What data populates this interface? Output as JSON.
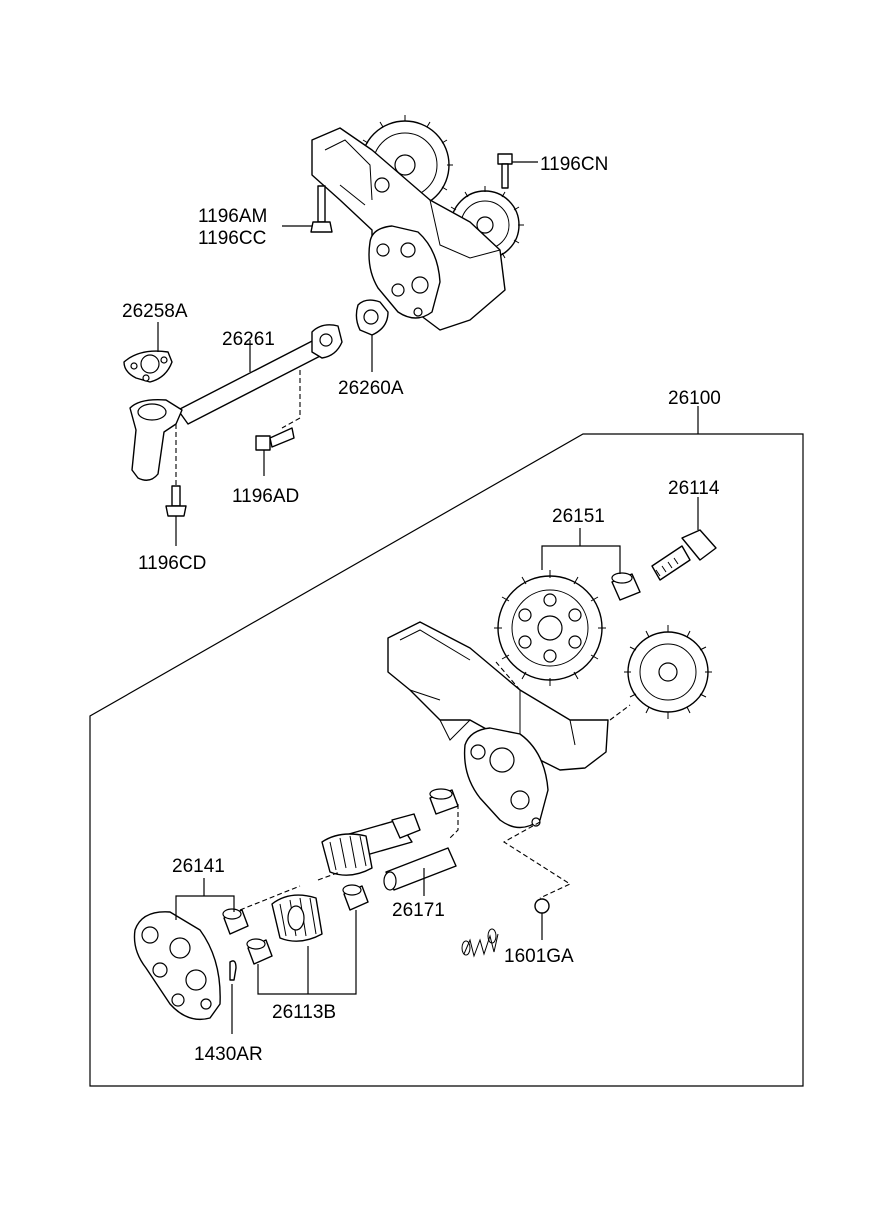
{
  "labels": {
    "p1196CN": "1196CN",
    "p1196AM": "1196AM",
    "p1196CC": "1196CC",
    "p26258A": "26258A",
    "p26261": "26261",
    "p26260A": "26260A",
    "p1196AD": "1196AD",
    "p1196CD": "1196CD",
    "p26100": "26100",
    "p26114": "26114",
    "p26151": "26151",
    "p26141": "26141",
    "p26171": "26171",
    "p26113B": "26113B",
    "p1601GA": "1601GA",
    "p1430AR": "1430AR"
  },
  "icons": [
    "gear",
    "oil-pump-assembly",
    "bolt",
    "gasket",
    "oil-pipe",
    "spring",
    "bushing",
    "shaft",
    "ball",
    "pin"
  ]
}
